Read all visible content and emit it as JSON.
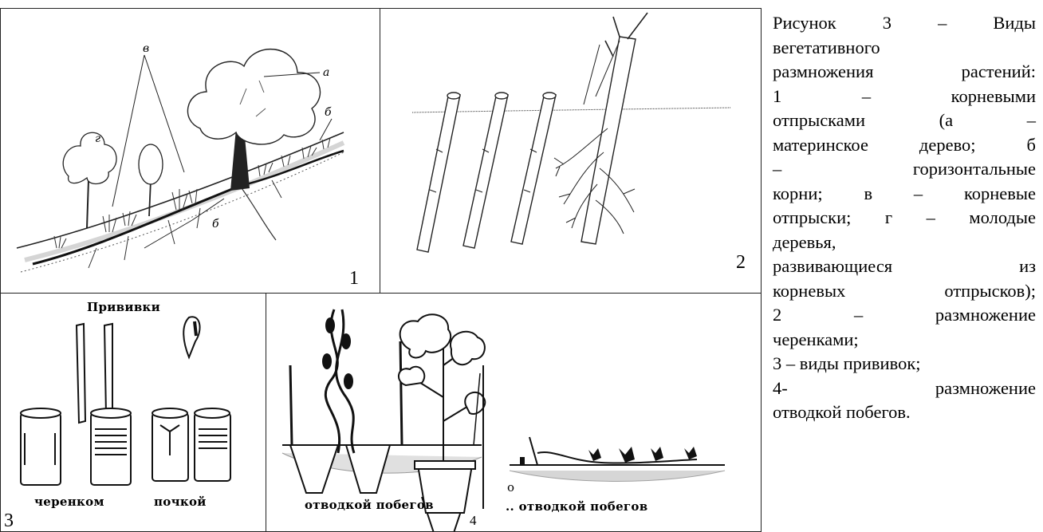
{
  "panels": {
    "p1": {
      "number": "1",
      "labels": {
        "a": "а",
        "b1": "б",
        "b2": "б",
        "v": "в",
        "g": "г"
      }
    },
    "p2": {
      "number": "2"
    },
    "p3": {
      "number": "3",
      "title": "Прививки",
      "label_left": "черенком",
      "label_right": "почкой"
    },
    "p4": {
      "number": "4",
      "label_left": "отводкой побегов",
      "label_right": ".. отводкой побегов",
      "label_fragment": "о"
    }
  },
  "caption": {
    "lines": [
      "Рисунок 3 – Виды",
      "вегетативного",
      "размножения растений:",
      "1 – корневыми",
      "отпрысками (а –",
      "материнское дерево; б",
      "– горизонтальные",
      "корни; в – корневые",
      "отпрыски; г – молодые",
      "деревья,",
      "развивающиеся из",
      "корневых отпрысков);",
      "2 – размножение",
      "черенками;",
      "3 – виды прививок;",
      "4- размножение",
      "отводкой побегов."
    ]
  }
}
